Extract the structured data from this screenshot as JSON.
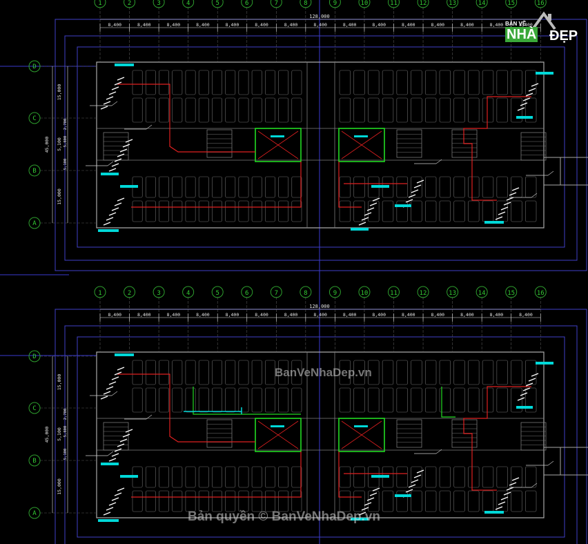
{
  "colors": {
    "background": "#000000",
    "grid_bubble": "#2e9f2e",
    "axis_text": "#33cc33",
    "dims": "#e6e6e6",
    "walls": "#7f7f7f",
    "outline": "#2a2ad6",
    "pipe": "#e02020",
    "riser": "#ffffff",
    "tag": "#00d8d8",
    "shaft": "#22dd22"
  },
  "plans": [
    {
      "column_labels": [
        "1",
        "2",
        "3",
        "4",
        "5",
        "6",
        "7",
        "8",
        "9",
        "10",
        "11",
        "12",
        "13",
        "14",
        "15",
        "16"
      ],
      "row_labels": [
        "D",
        "C",
        "B",
        "A"
      ],
      "total_dim": "128,000",
      "bay_dims": [
        "8,400",
        "8,400",
        "8,400",
        "8,400",
        "8,400",
        "8,400",
        "8,400",
        "8,400",
        "8,400",
        "8,400",
        "8,400",
        "8,400",
        "8,400",
        "8,400",
        "8,400"
      ],
      "row_dims": [
        "15,000",
        "5,100",
        "15,000"
      ],
      "side_dims": [
        "2,700",
        "5,800",
        "5,100"
      ],
      "overall_dim": "45,000"
    },
    {
      "column_labels": [
        "1",
        "2",
        "3",
        "4",
        "5",
        "6",
        "7",
        "8",
        "9",
        "10",
        "11",
        "12",
        "13",
        "14",
        "15",
        "16"
      ],
      "row_labels": [
        "D",
        "C",
        "B",
        "A"
      ],
      "total_dim": "128,000",
      "bay_dims": [
        "8,400",
        "8,400",
        "8,400",
        "8,400",
        "8,400",
        "8,400",
        "8,400",
        "8,400",
        "8,400",
        "8,400",
        "8,400",
        "8,400",
        "8,400",
        "8,400",
        "8,400"
      ],
      "row_dims": [
        "15,000",
        "5,100",
        "15,000"
      ],
      "side_dims": [
        "2,700",
        "5,800",
        "5,100"
      ],
      "overall_dim": "45,000"
    }
  ],
  "watermark_center": "BanVeNhaDep.vn",
  "watermark_bottom": "Bản quyền © BanVeNhaDep.vn",
  "logo": {
    "line1": "BẢN VẼ",
    "line2": "NHÀ",
    "line3": "ĐẸP"
  }
}
